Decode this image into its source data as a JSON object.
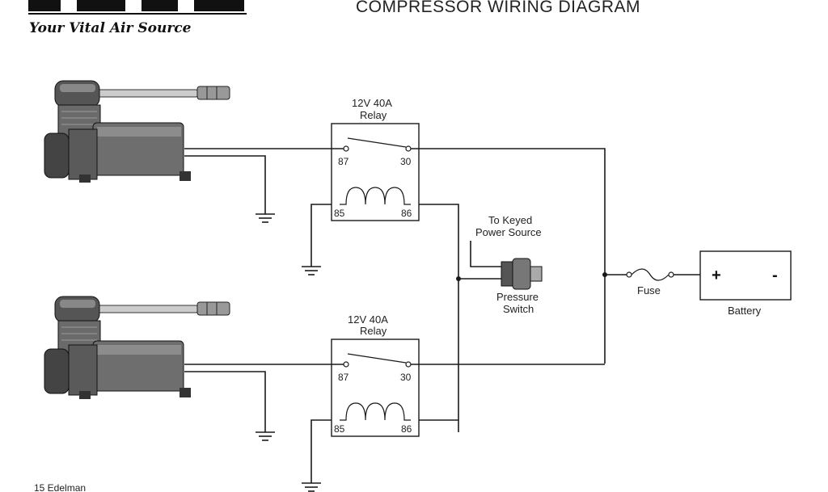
{
  "header": {
    "title": "COMPRESSOR WIRING DIAGRAM",
    "tagline": "Your Vital Air Source"
  },
  "relays": [
    {
      "rating": "12V  40A",
      "name": "Relay",
      "pins": [
        "87",
        "30",
        "85",
        "86"
      ]
    },
    {
      "rating": "12V  40A",
      "name": "Relay",
      "pins": [
        "87",
        "30",
        "85",
        "86"
      ]
    }
  ],
  "pressure_switch": {
    "source_label_line1": "To Keyed",
    "source_label_line2": "Power Source",
    "label_line1": "Pressure",
    "label_line2": "Switch"
  },
  "fuse": {
    "label": "Fuse"
  },
  "battery": {
    "label": "Battery",
    "positive": "+",
    "negative": "-"
  },
  "footer": {
    "credit": "15 Edelman"
  }
}
